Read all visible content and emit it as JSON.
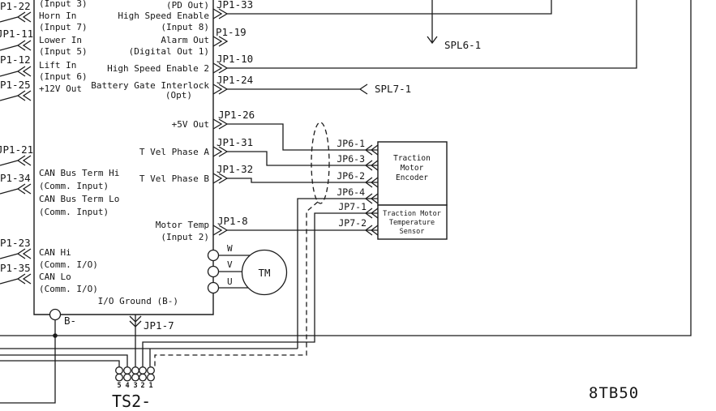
{
  "colors": {
    "ink": "#1b1b1b",
    "background": "#ffffff"
  },
  "controller": {
    "pins_left": [
      "P1-22",
      "JP1-11",
      "P1-12",
      "P1-25",
      "JP1-21",
      "P1-34",
      "P1-23",
      "P1-35"
    ],
    "pins_right": [
      "JP1-33",
      "P1-19",
      "JP1-10",
      "JP1-24",
      "JP1-26",
      "JP1-31",
      "JP1-32",
      "JP1-8"
    ],
    "labels_left": [
      "(Input 3)",
      "Horn In",
      "(Input 7)",
      "Lower In",
      "(Input 5)",
      "Lift In",
      "(Input 6)",
      "+12V Out",
      "CAN Bus Term Hi",
      "(Comm. Input)",
      "CAN Bus Term Lo",
      "(Comm. Input)",
      "CAN Hi",
      "(Comm. I/O)",
      "CAN Lo",
      "(Comm. I/O)"
    ],
    "labels_right": [
      "(PD Out)",
      "High Speed Enable",
      "(Input 8)",
      "Alarm Out",
      "(Digital Out 1)",
      "High Speed Enable 2",
      "Battery Gate Interlock",
      "(Opt)",
      "+5V Out",
      "T Vel Phase A",
      "T Vel Phase B",
      "Motor Temp",
      "(Input 2)"
    ],
    "io_ground_label": "I/O Ground (B-)"
  },
  "encoder": {
    "pins": [
      "JP6-1",
      "JP6-3",
      "JP6-2",
      "JP6-4"
    ],
    "box": [
      "Traction",
      "Motor",
      "Encoder"
    ]
  },
  "temp_sensor": {
    "pins": [
      "JP7-1",
      "JP7-2"
    ],
    "box": [
      "Traction Motor",
      "Temperature",
      "Sensor"
    ]
  },
  "splices": {
    "spl6": "SPL6-1",
    "spl7": "SPL7-1"
  },
  "motor": {
    "label": "TM",
    "phases": [
      "W",
      "V",
      "U"
    ]
  },
  "power": {
    "b_minus": "B-",
    "io_ground_pin": "JP1-7"
  },
  "terminal_strip": {
    "label": "TS2-",
    "positions": [
      "5",
      "4",
      "3",
      "2",
      "1"
    ]
  },
  "sheet_ref": "8TB50"
}
